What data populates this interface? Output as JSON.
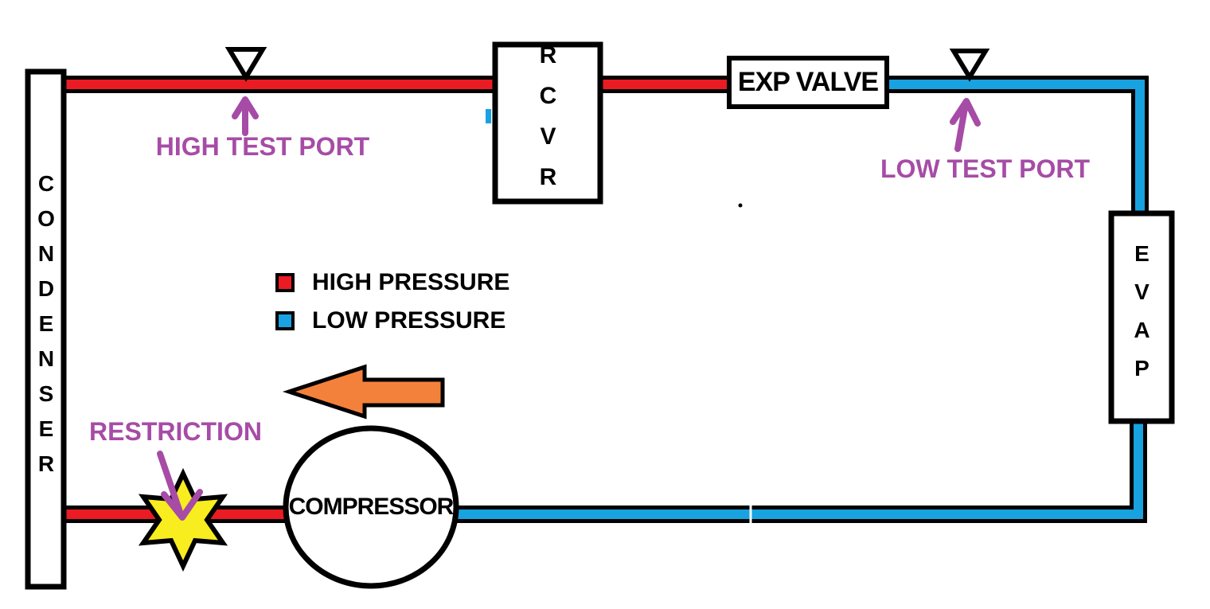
{
  "components": {
    "condenser": {
      "label": "CONDENSER"
    },
    "receiver": {
      "label": "RCVR"
    },
    "expansion_valve": {
      "label": "EXP VALVE"
    },
    "evaporator": {
      "label": "EVAP"
    },
    "compressor": {
      "label": "COMPRESSOR"
    }
  },
  "annotations": {
    "high_test_port": {
      "label": "HIGH TEST PORT",
      "color": "#A64CA6"
    },
    "low_test_port": {
      "label": "LOW TEST PORT",
      "color": "#A64CA6"
    },
    "restriction": {
      "label": "RESTRICTION",
      "color": "#A64CA6"
    }
  },
  "legend": {
    "items": [
      {
        "label": "HIGH PRESSURE",
        "swatch_color": "#EA1B23"
      },
      {
        "label": "LOW PRESSURE",
        "swatch_color": "#18A2DF"
      }
    ]
  },
  "icons": {
    "high_test_port_symbol": "triangle-port-icon",
    "low_test_port_symbol": "triangle-port-icon",
    "restriction_symbol": "six-point-star-icon",
    "flow_direction_symbol": "left-block-arrow-icon"
  },
  "colors": {
    "high_pressure_pipe": "#EA1B23",
    "low_pressure_pipe": "#18A2DF",
    "annotation_purple": "#A64CA6",
    "restriction_star_yellow": "#F8ED1E",
    "flow_arrow_orange": "#F4813B",
    "outline_black": "#000000"
  }
}
